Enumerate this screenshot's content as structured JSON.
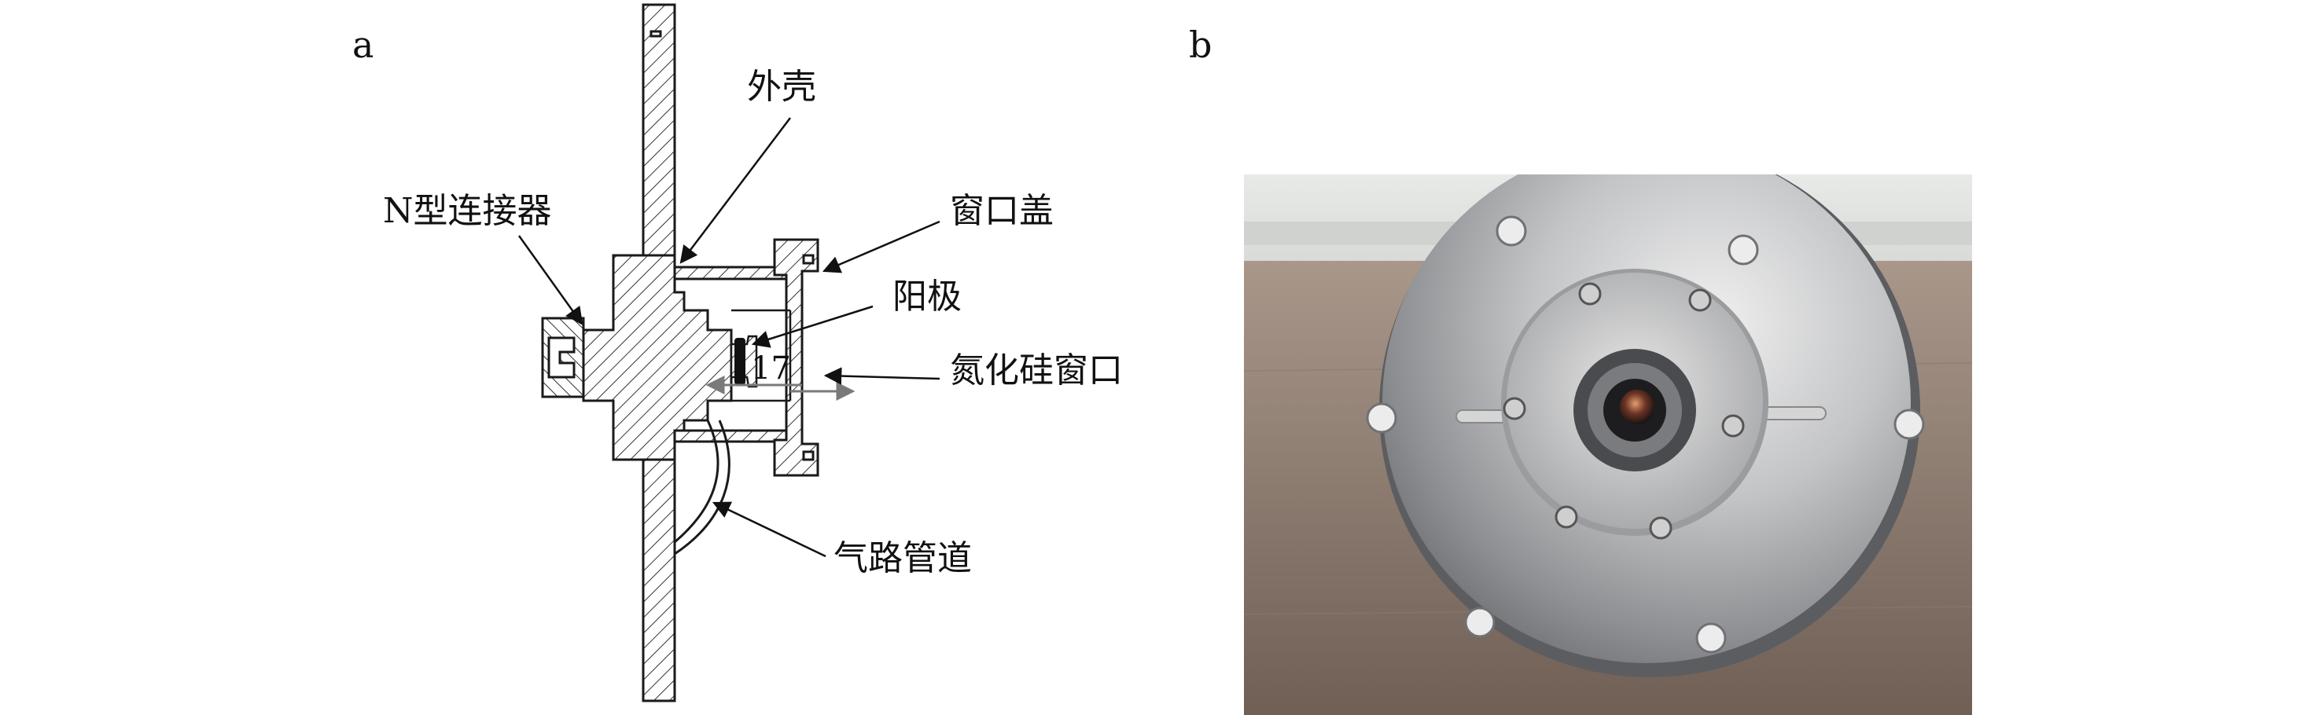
{
  "panels": {
    "a": {
      "label": "a"
    },
    "b": {
      "label": "b"
    }
  },
  "diagram": {
    "labels": {
      "shell": "外壳",
      "connector": "N型连接器",
      "window_cover": "窗口盖",
      "anode": "阳极",
      "dimension": "17",
      "sin_window": "氮化硅窗口",
      "gas_pipe": "气路管道"
    }
  },
  "colors": {
    "line": "#1a1a1a",
    "hatch": "#333333",
    "dimension_arrow": "#7a7a7a",
    "metal_light": "#d9dadb",
    "metal_dark": "#8c8d8f",
    "window_sill": "#cfc7bc",
    "wall": "#e4e6e4"
  }
}
